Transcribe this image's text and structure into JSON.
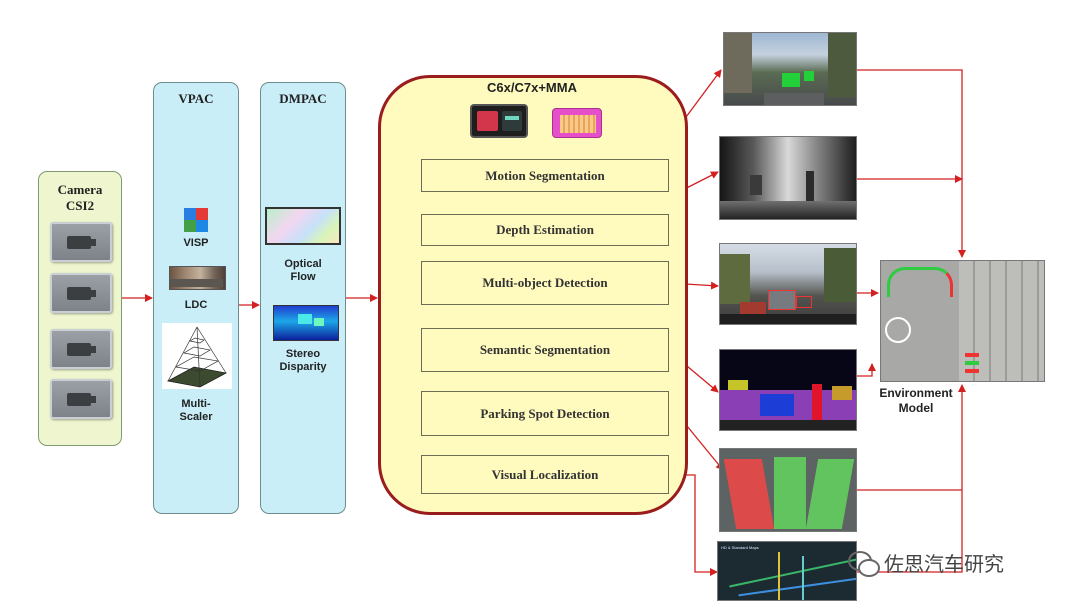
{
  "camera": {
    "title": "Camera\nCSI2",
    "count": 4
  },
  "vpac": {
    "title": "VPAC",
    "visp_label": "VISP",
    "ldc_label": "LDC",
    "multiscaler_label": "Multi-\nScaler"
  },
  "dmpac": {
    "title": "DMPAC",
    "optical_flow_label": "Optical\nFlow",
    "stereo_label": "Stereo\nDisparity"
  },
  "processor": {
    "title": "C6x/C7x+MMA",
    "tasks": [
      "Motion Segmentation",
      "Depth Estimation",
      "Multi-object Detection",
      "Semantic  Segmentation",
      "Parking Spot Detection",
      "Visual Localization"
    ]
  },
  "outputs": {
    "environment_model_label": "Environment\nModel",
    "hd_map_caption": "HD & Standard Maps"
  },
  "watermark": {
    "text": "佐思汽车研究"
  },
  "colors": {
    "arrow": "#d42020",
    "processor_border": "#9a1c1c",
    "processor_fill": "#fffbbf",
    "accelerator_fill": "#c9eef8",
    "camera_fill": "#eef5cf"
  }
}
